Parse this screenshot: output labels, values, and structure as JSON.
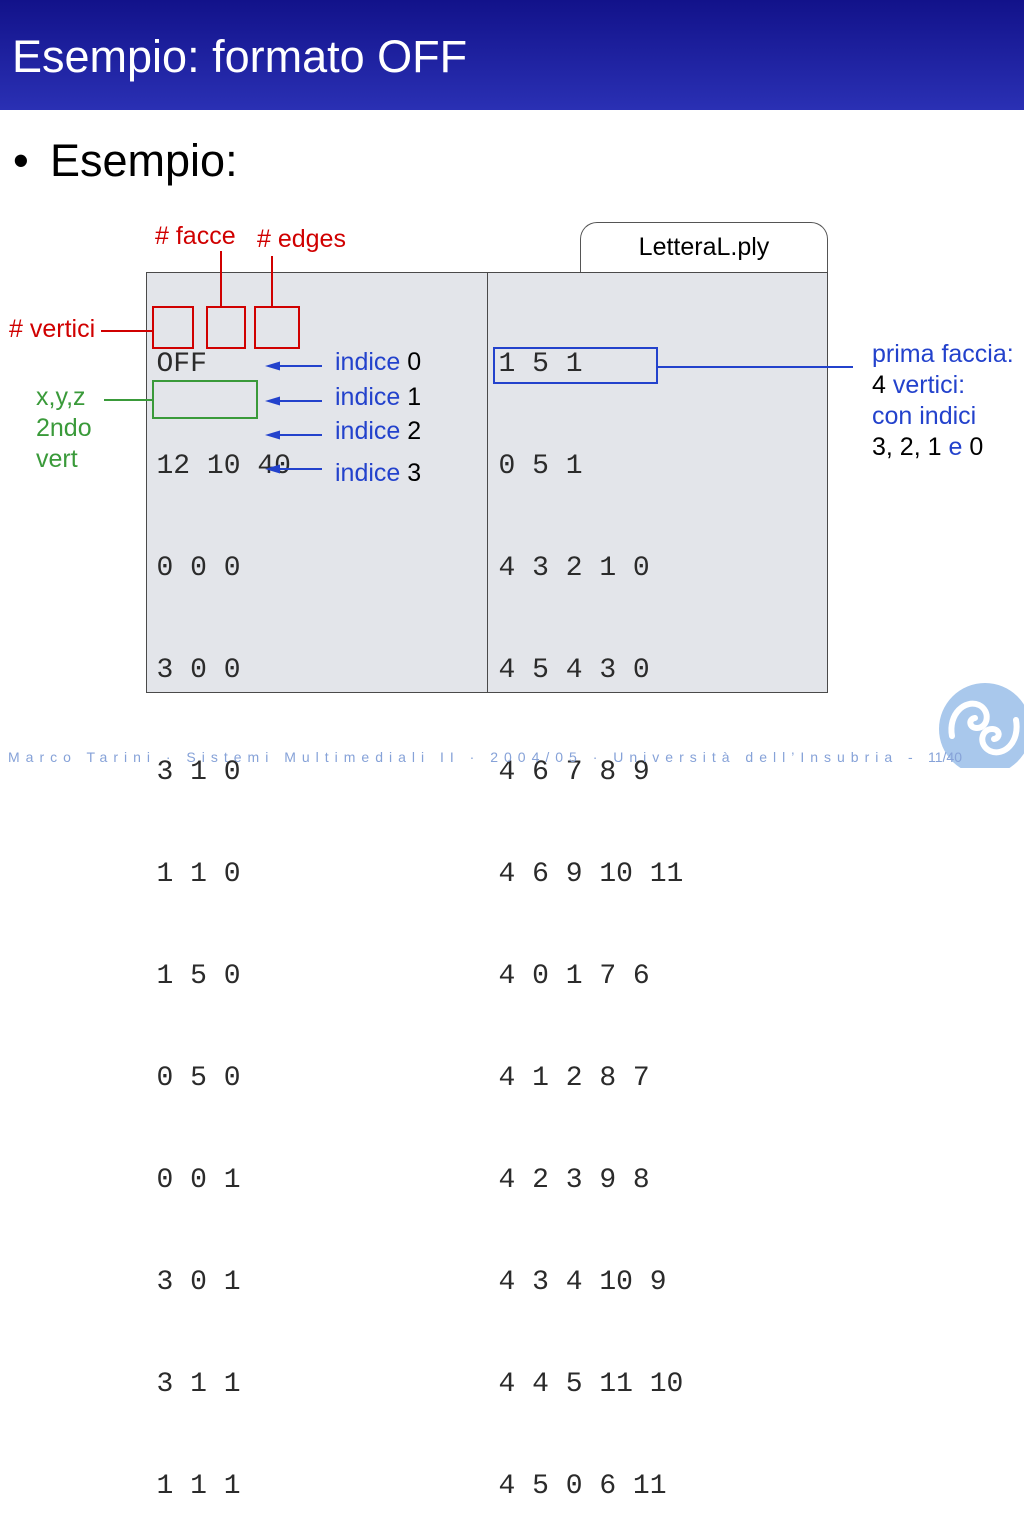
{
  "colors": {
    "title_bar_top": "#12128a",
    "title_bar_bottom": "#2a30b4",
    "annotation_red": "#d00000",
    "annotation_green": "#3a9a3a",
    "annotation_blue": "#2342cc",
    "code_box_fill": "#e3e5ea",
    "footer_text": "#86a2d8",
    "logo": "#a9c8ec"
  },
  "icons": {
    "arrow": "left-arrow-icon",
    "logo": "university-logo-icon"
  },
  "slide": {
    "title": "Esempio: formato OFF",
    "bullet_symbol": "•",
    "bullet_text": "Esempio:"
  },
  "file": {
    "tab_label": "LetteraL.ply",
    "left_lines": [
      "OFF",
      "12 10 40",
      "0 0 0",
      "3 0 0",
      "3 1 0",
      "1 1 0",
      "1 5 0",
      "0 5 0",
      "0 0 1",
      "3 0 1",
      "3 1 1",
      "1 1 1"
    ],
    "right_lines": [
      "1 5 1",
      "0 5 1",
      "4 3 2 1 0",
      "4 5 4 3 0",
      "4 6 7 8 9",
      "4 6 9 10 11",
      "4 0 1 7 6",
      "4 1 2 8 7",
      "4 2 3 9 8",
      "4 3 4 10 9",
      "4 4 5 11 10",
      "4 5 0 6 11"
    ]
  },
  "annotations": {
    "facce": "# facce",
    "edges": "# edges",
    "vertici": "# vertici",
    "vertex_note": [
      "x,y,z",
      "2ndo",
      "vert"
    ],
    "indices": [
      {
        "word": "indice",
        "number": "0"
      },
      {
        "word": "indice",
        "number": "1"
      },
      {
        "word": "indice",
        "number": "2"
      },
      {
        "word": "indice",
        "number": "3"
      }
    ],
    "face_note": {
      "line1": "prima faccia:",
      "line2_number": "4",
      "line2_text": "vertici:",
      "line3": "con indici",
      "line4_numbers": "3, 2, 1",
      "line4_and": "e",
      "line4_last": "0"
    }
  },
  "footer": {
    "text": "Marco Tarini · Sistemi Multimediali II · 2004/05 · Università dell’Insubria -",
    "page": "11/40"
  }
}
